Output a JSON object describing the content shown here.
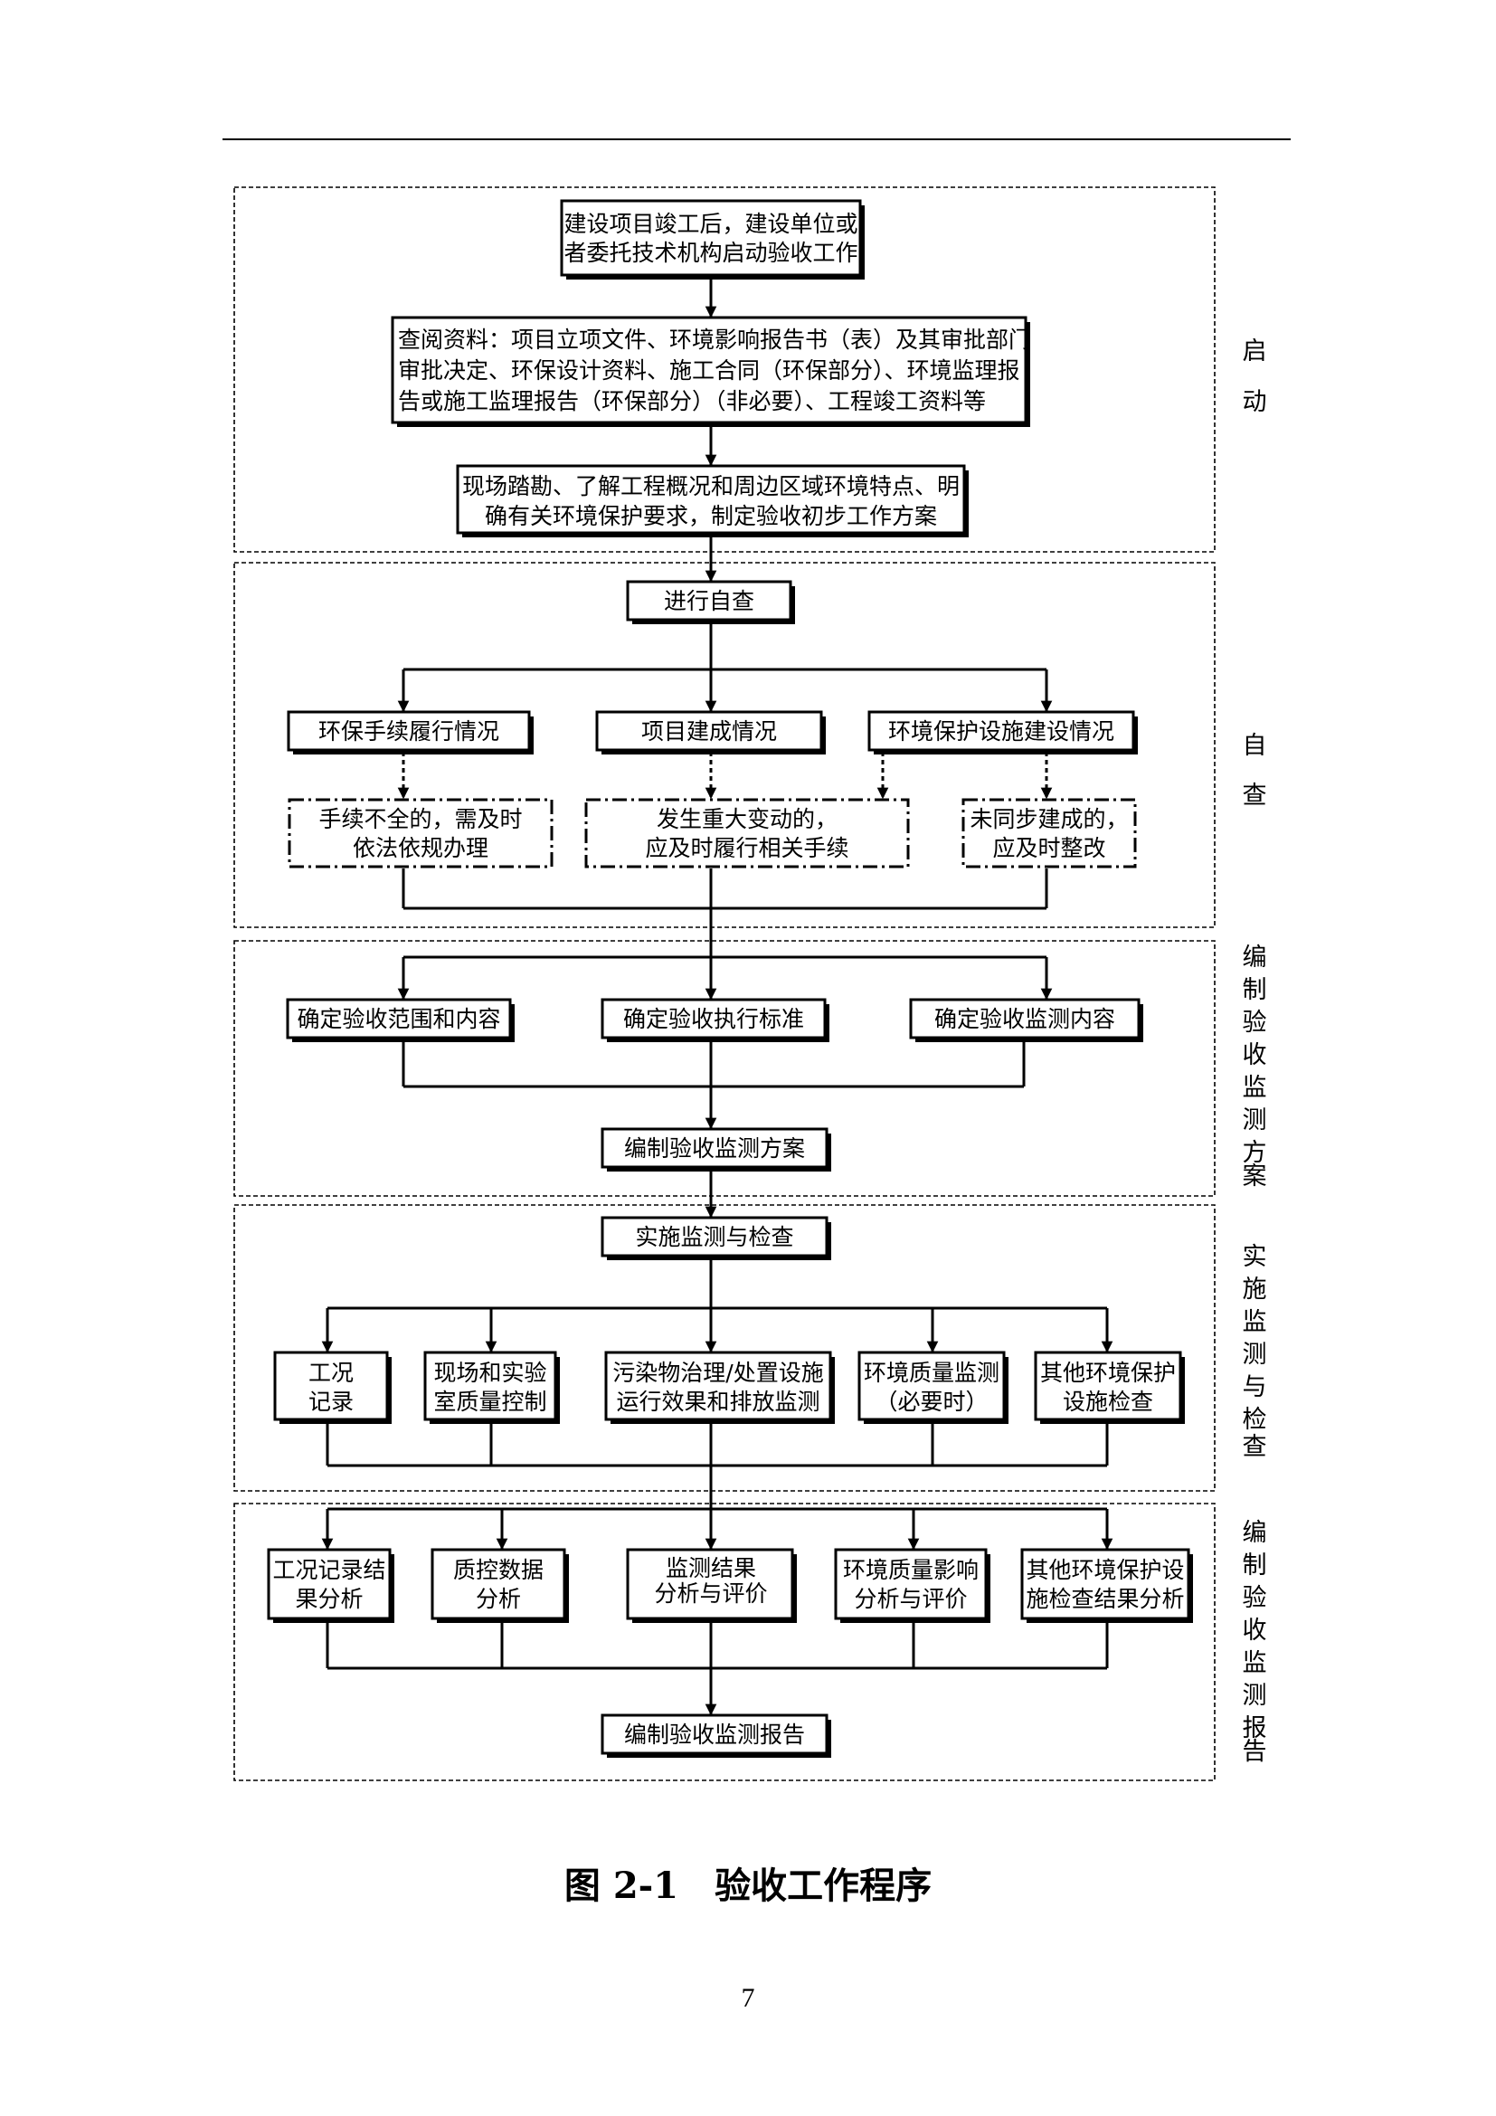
{
  "sections": {
    "s1": "启动",
    "s2": "自查",
    "s3": "编制验收监测方案",
    "s4": "实施监测与检查",
    "s5": "编制验收监测报告"
  },
  "nodes": {
    "start": [
      "建设项目竣工后，建设单位或",
      "者委托技术机构启动验收工作"
    ],
    "review": [
      "查阅资料：项目立项文件、环境影响报告书（表）及其审批部门",
      "审批决定、环保设计资料、施工合同（环保部分）、环境监理报",
      "告或施工监理报告（环保部分）（非必要）、工程竣工资料等"
    ],
    "survey": [
      "现场踏勘、了解工程概况和周边区域环境特点、明",
      "确有关环境保护要求，制定验收初步工作方案"
    ],
    "selfcheck": [
      "进行自查"
    ],
    "check_a": [
      "环保手续履行情况"
    ],
    "check_b": [
      "项目建成情况"
    ],
    "check_c": [
      "环境保护设施建设情况"
    ],
    "fix_a": [
      "手续不全的，需及时",
      "依法依规办理"
    ],
    "fix_b": [
      "发生重大变动的，",
      "应及时履行相关手续"
    ],
    "fix_c": [
      "未同步建成的，",
      "应及时整改"
    ],
    "scope": [
      "确定验收范围和内容"
    ],
    "standard": [
      "确定验收执行标准"
    ],
    "content": [
      "确定验收监测内容"
    ],
    "plan": [
      "编制验收监测方案"
    ],
    "implement": [
      "实施监测与检查"
    ],
    "m1": [
      "工况",
      "记录"
    ],
    "m2": [
      "现场和实验",
      "室质量控制"
    ],
    "m3": [
      "污染物治理/处置设施",
      "运行效果和排放监测"
    ],
    "m4": [
      "环境质量监测",
      "（必要时）"
    ],
    "m5": [
      "其他环境保护",
      "设施检查"
    ],
    "r1": [
      "工况记录结",
      "果分析"
    ],
    "r2": [
      "质控数据",
      "分析"
    ],
    "r3": [
      "监测结果",
      "分析与评价"
    ],
    "r4": [
      "环境质量影响",
      "分析与评价"
    ],
    "r5": [
      "其他环境保护设",
      "施检查结果分析"
    ],
    "report": [
      "编制验收监测报告"
    ]
  },
  "caption": "图 2-1　验收工作程序",
  "page_number": "7"
}
